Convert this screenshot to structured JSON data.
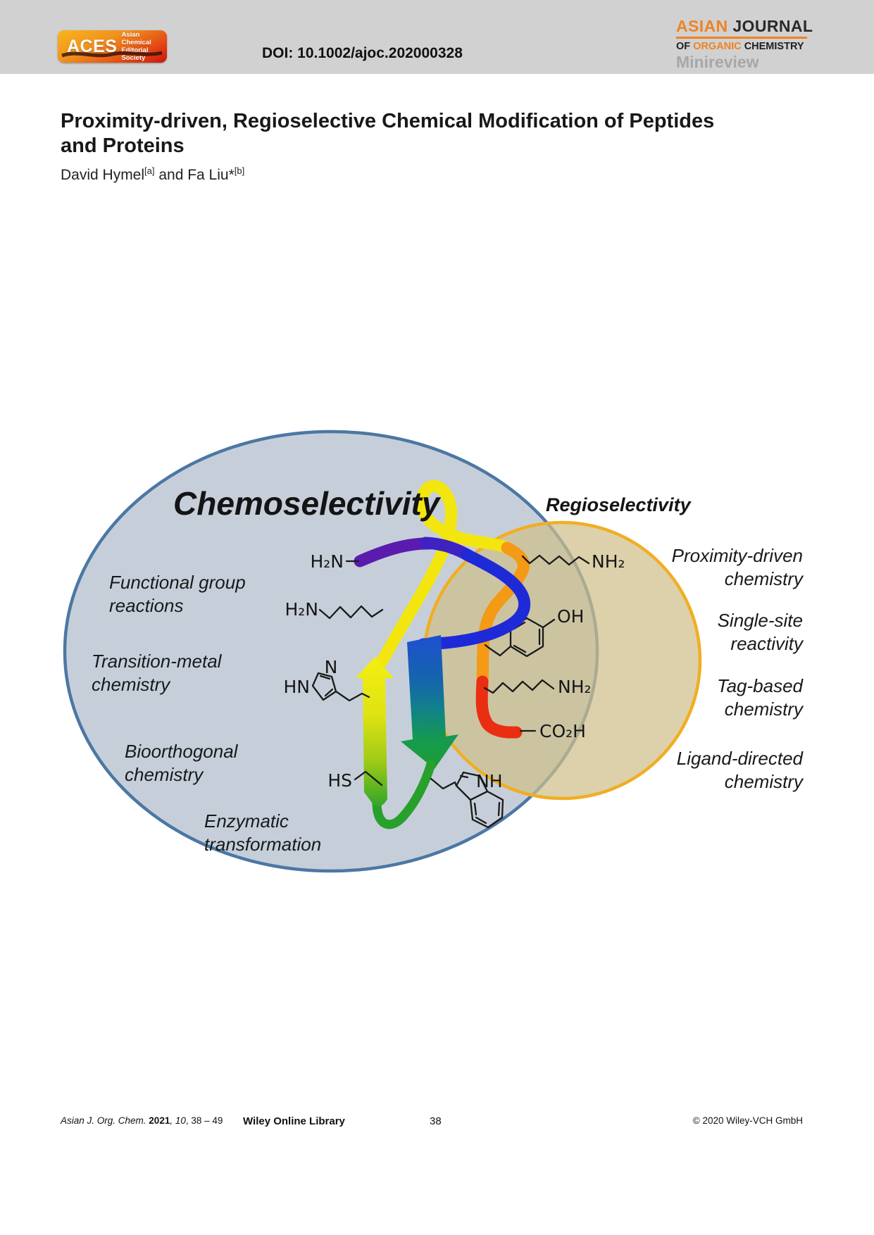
{
  "header": {
    "doi": "DOI: 10.1002/ajoc.202000328",
    "aces": {
      "name": "ACES",
      "sub1": "Asian Chemical",
      "sub2": "Editorial Society"
    },
    "journal": {
      "asian": "ASIAN",
      "journal": "JOURNAL",
      "of": "OF",
      "organic": "ORGANIC",
      "chemistry": "CHEMISTRY",
      "article_type": "Minireview"
    }
  },
  "article": {
    "title_line1": "Proximity-driven, Regioselective Chemical Modification of Peptides",
    "title_line2": "and Proteins",
    "authors": {
      "name1": "David Hymel",
      "aff1": "[a]",
      "mid": " and Fa Liu*",
      "aff2": "[b]"
    }
  },
  "figure": {
    "heading_left": "Chemoselectivity",
    "heading_right": "Regioselectivity",
    "left_labels": [
      {
        "line1": "Functional group",
        "line2": "reactions"
      },
      {
        "line1": "Transition-metal",
        "line2": "chemistry"
      },
      {
        "line1": "Bioorthogonal",
        "line2": "chemistry"
      },
      {
        "line1": "Enzymatic",
        "line2": "transformation"
      }
    ],
    "right_labels": [
      {
        "line1": "Proximity-driven",
        "line2": "chemistry"
      },
      {
        "line1": "Single-site",
        "line2": "reactivity"
      },
      {
        "line1": "Tag-based",
        "line2": "chemistry"
      },
      {
        "line1": "Ligand-directed",
        "line2": "chemistry"
      }
    ],
    "chem": {
      "amine_n_term": "H₂N",
      "amine_lys_left": "H₂N",
      "imidazole_hn": "HN",
      "imidazole_n": "N",
      "thiol": "HS",
      "indole_nh": "NH",
      "amine_top_right": "NH₂",
      "phenol_oh": "OH",
      "amine_right": "NH₂",
      "carboxyl": "CO₂H"
    },
    "colors": {
      "venn_blue_fill": "#c6cfd9",
      "venn_blue_stroke": "#4c77a4",
      "venn_gold_stroke": "#f0ae22",
      "brand_orange": "#ee8322"
    }
  },
  "footer": {
    "citation_journal": "Asian J. Org. Chem.",
    "citation_year": " 2021",
    "citation_volume": ", 10",
    "citation_pages": ", 38 – 49",
    "library": "Wiley Online Library",
    "page_number": "38",
    "copyright": "© 2020 Wiley-VCH GmbH"
  }
}
